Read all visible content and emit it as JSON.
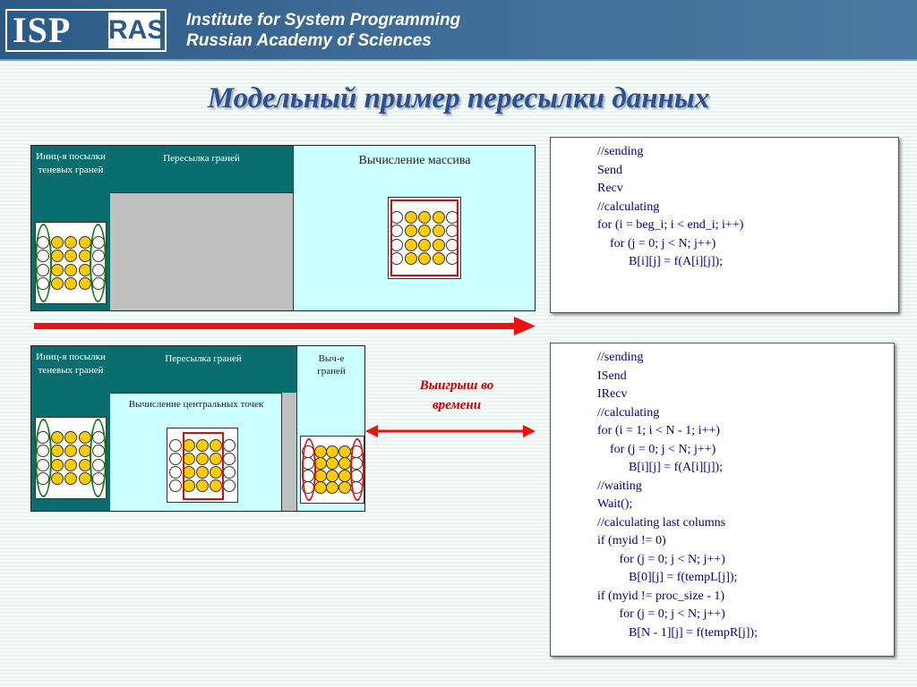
{
  "header": {
    "logo_left": "ISP",
    "logo_right": "RAS",
    "line1": "Institute for System Programming",
    "line2": "Russian Academy of Sciences"
  },
  "title": "Модельный пример пересылки данных",
  "diagram_top": {
    "init_label": "Иниц-я посылки теневых граней",
    "transfer_label": "Пересылка граней",
    "compute_label": "Вычисление массива"
  },
  "diagram_bottom": {
    "init_label": "Иниц-я посылки теневых граней",
    "transfer_label": "Пересылка граней",
    "central_label": "Вычисление центральных точек",
    "edges_label": "Выч-е граней"
  },
  "gain_text": [
    "Выигрыш во",
    "времени"
  ],
  "code_top": [
    "//sending",
    "Send",
    "Recv",
    "//calculating",
    "for (i = beg_i; i < end_i; i++)",
    "    for (j = 0; j < N; j++)",
    "          B[i][j] = f(A[i][j]);"
  ],
  "code_bottom": [
    "//sending",
    "ISend",
    "IRecv",
    "//calculating",
    "for (i = 1; i < N - 1; i++)",
    "    for (j = 0; j < N; j++)",
    "          B[i][j] = f(A[i][j]);",
    "//waiting",
    "Wait();",
    "//calculating last columns",
    "if (myid != 0)",
    "       for (j = 0; j < N; j++)",
    "          B[0][j] = f(tempL[j]);",
    "if (myid != proc_size - 1)",
    "       for (j = 0; j < N; j++)",
    "          B[N - 1][j] = f(tempR[j]);"
  ],
  "colors": {
    "teal": "#0b6e6e",
    "cyan": "#ccffff",
    "gray": "#c0c0c0",
    "dot_yellow": "#ffcc00",
    "arrow_red": "#ee1111",
    "code_text": "#00008b",
    "title_text": "#2b4f8f"
  }
}
